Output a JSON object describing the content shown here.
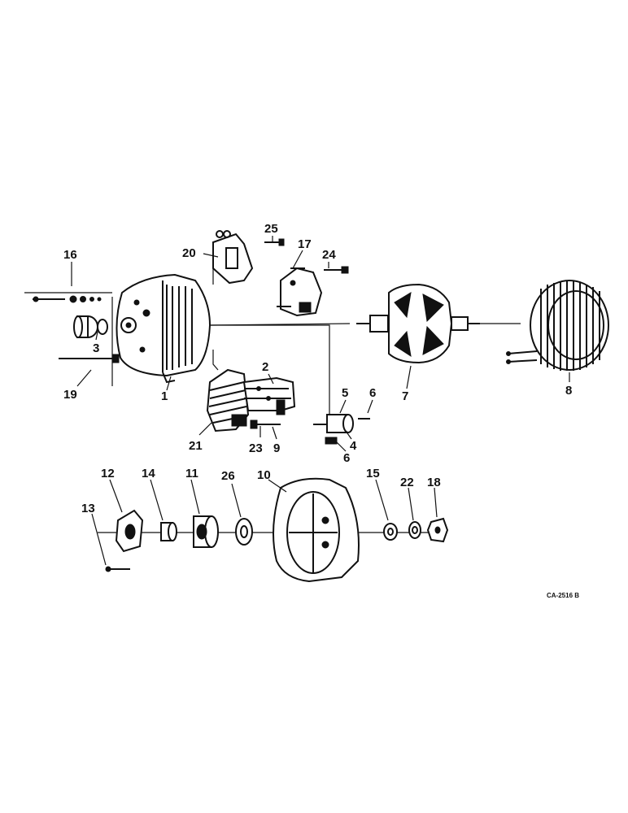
{
  "diagram": {
    "drawing_code": "CA-2516 B",
    "callouts": [
      "1",
      "2",
      "3",
      "4",
      "5",
      "6",
      "6",
      "7",
      "8",
      "9",
      "10",
      "11",
      "12",
      "13",
      "14",
      "15",
      "16",
      "17",
      "18",
      "19",
      "20",
      "21",
      "22",
      "23",
      "24",
      "25",
      "26"
    ]
  }
}
